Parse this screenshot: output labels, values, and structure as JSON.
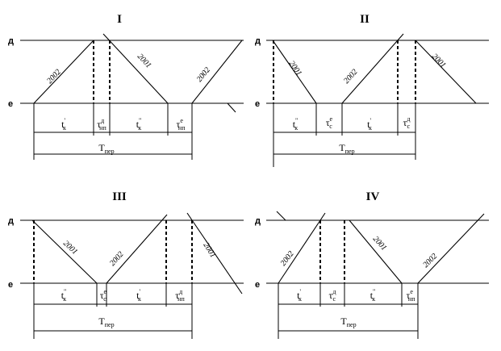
{
  "panels": {
    "p1": {
      "title": "I",
      "track_top": "д",
      "track_bottom": "е",
      "move_even": "2002",
      "move_odd": "2001",
      "move_even_2": "2002",
      "seg": [
        {
          "base": "t",
          "sub": "к",
          "sup": "'"
        },
        {
          "base": "τ",
          "sub": "нп",
          "sup": "д"
        },
        {
          "base": "t",
          "sub": "к",
          "sup": "\""
        },
        {
          "base": "τ",
          "sub": "нп",
          "sup": "е"
        }
      ],
      "period": {
        "base": "T",
        "sub": "пер"
      }
    },
    "p2": {
      "title": "II",
      "track_top": "д",
      "track_bottom": "е",
      "move_odd": "2001",
      "move_even": "2002",
      "move_odd_2": "2001",
      "seg": [
        {
          "base": "t",
          "sub": "к",
          "sup": "\""
        },
        {
          "base": "τ",
          "sub": "с",
          "sup": "е"
        },
        {
          "base": "t",
          "sub": "к",
          "sup": "'"
        },
        {
          "base": "τ",
          "sub": "с",
          "sup": "д"
        }
      ],
      "period": {
        "base": "T",
        "sub": "пер"
      }
    },
    "p3": {
      "title": "III",
      "track_top": "д",
      "track_bottom": "е",
      "move_odd": "2001",
      "move_even": "2002",
      "move_odd_2": "2001",
      "seg": [
        {
          "base": "t",
          "sub": "к",
          "sup": "\""
        },
        {
          "base": "τ",
          "sub": "с",
          "sup": "е"
        },
        {
          "base": "t",
          "sub": "к",
          "sup": "'"
        },
        {
          "base": "τ",
          "sub": "нп",
          "sup": "д"
        }
      ],
      "period": {
        "base": "T",
        "sub": "пер"
      }
    },
    "p4": {
      "title": "IV",
      "track_top": "д",
      "track_bottom": "е",
      "move_even": "2002",
      "move_odd": "2001",
      "move_even_2": "2002",
      "seg": [
        {
          "base": "t",
          "sub": "к",
          "sup": "'"
        },
        {
          "base": "τ",
          "sub": "с",
          "sup": "д"
        },
        {
          "base": "t",
          "sub": "к",
          "sup": "\""
        },
        {
          "base": "τ",
          "sub": "нп",
          "sup": "е"
        }
      ],
      "period": {
        "base": "T",
        "sub": "пер"
      }
    }
  }
}
